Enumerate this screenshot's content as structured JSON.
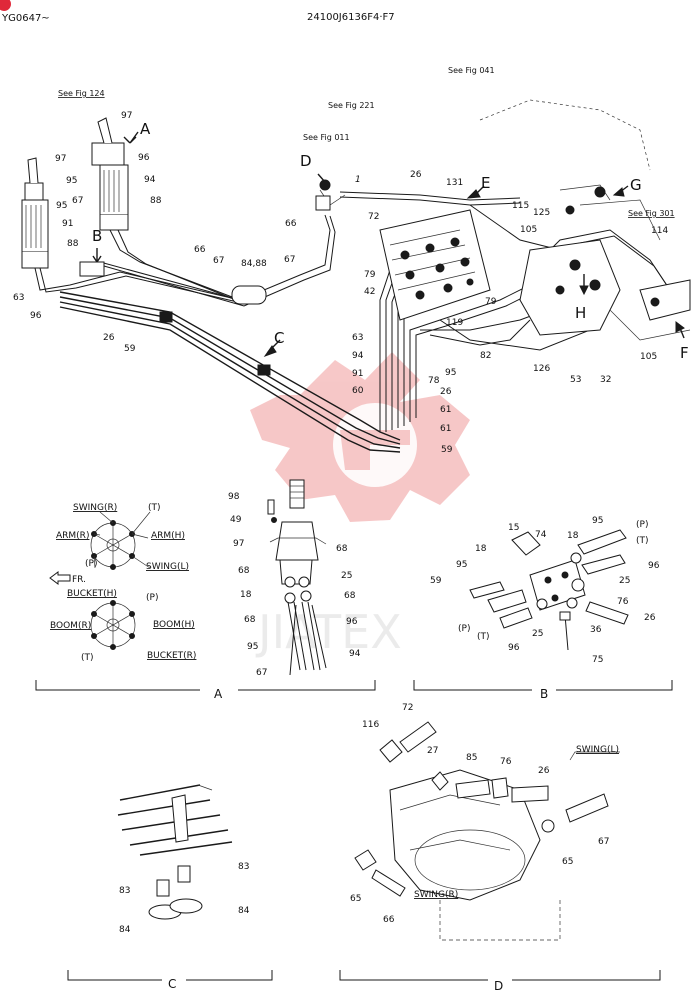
{
  "header": {
    "left_code": "YG0647~",
    "center_code": "24100J6136F4·F7"
  },
  "fig_refs": {
    "fig124": "See Fig 124",
    "fig041": "See Fig 041",
    "fig221": "See Fig 221",
    "fig011": "See Fig 011",
    "fig301": "See Fig 301"
  },
  "view_letters": {
    "A": "A",
    "B": "B",
    "C": "C",
    "D": "D",
    "E": "E",
    "F": "F",
    "G": "G",
    "H": "H"
  },
  "main_callouts": {
    "n97a": "97",
    "n96a": "96",
    "n94a": "94",
    "n88a": "88",
    "n95a": "95",
    "n67a": "67",
    "n97b": "97",
    "n95b": "95",
    "n91a": "91",
    "n88b": "88",
    "n63a": "63",
    "n96b": "96",
    "n26a": "26",
    "n59a": "59",
    "n66a": "66",
    "n67b": "67",
    "n8488": "84,88",
    "n66b": "66",
    "n67c": "67",
    "n26b": "26",
    "n131": "131",
    "n72a": "72",
    "n79a": "79",
    "n42": "42",
    "n79b": "79",
    "n63b": "63",
    "n94b": "94",
    "n91b": "91",
    "n60": "60",
    "n119": "119",
    "n82": "82",
    "n78": "78",
    "n95c": "95",
    "n26c": "26",
    "n61a": "61",
    "n61b": "61",
    "n59b": "59",
    "n115": "115",
    "n125": "125",
    "n105a": "105",
    "n114": "114",
    "n126": "126",
    "n53": "53",
    "n32": "32",
    "n105b": "105",
    "n1": "1"
  },
  "view_a": {
    "pattern1": {
      "swing_r": "SWING(R)",
      "t": "(T)",
      "arm_r": "ARM(R)",
      "arm_h": "ARM(H)",
      "p": "(P)",
      "swing_l": "SWING(L)"
    },
    "fr_label": "FR.",
    "pattern2": {
      "bucket_h": "BUCKET(H)",
      "p": "(P)",
      "boom_r": "BOOM(R)",
      "boom_h": "BOOM(H)",
      "t": "(T)",
      "bucket_r": "BUCKET(R)"
    },
    "callouts": {
      "n98": "98",
      "n49": "49",
      "n97": "97",
      "n68a": "68",
      "n68b": "68",
      "n25": "25",
      "n18": "18",
      "n68c": "68",
      "n68d": "68",
      "n96": "96",
      "n95": "95",
      "n94": "94",
      "n67": "67"
    },
    "section_label": "A"
  },
  "view_b": {
    "callouts": {
      "n15": "15",
      "n18a": "18",
      "n74": "74",
      "n18b": "18",
      "n95a": "95",
      "p1": "(P)",
      "t1": "(T)",
      "n96a": "96",
      "n25a": "25",
      "n59": "59",
      "n95b": "95",
      "n76": "76",
      "n26": "26",
      "p2": "(P)",
      "t2": "(T)",
      "n25b": "25",
      "n36": "36",
      "n96b": "96",
      "n75": "75"
    },
    "section_label": "B"
  },
  "view_c": {
    "callouts": {
      "n83a": "83",
      "n83b": "83",
      "n84a": "84",
      "n84b": "84"
    },
    "section_label": "C"
  },
  "view_d": {
    "callouts": {
      "n116": "116",
      "n72": "72",
      "n27": "27",
      "n85": "85",
      "n76": "76",
      "n26": "26",
      "swing_l": "SWING(L)",
      "n67": "67",
      "n65a": "65",
      "n65b": "65",
      "swing_r": "SWING(R)",
      "n66": "66"
    },
    "section_label": "D"
  },
  "watermark": {
    "text": "JIATEX",
    "color": "#e23a3a"
  },
  "colors": {
    "line": "#1a1a1a",
    "corner_badge": "#e0283a"
  }
}
